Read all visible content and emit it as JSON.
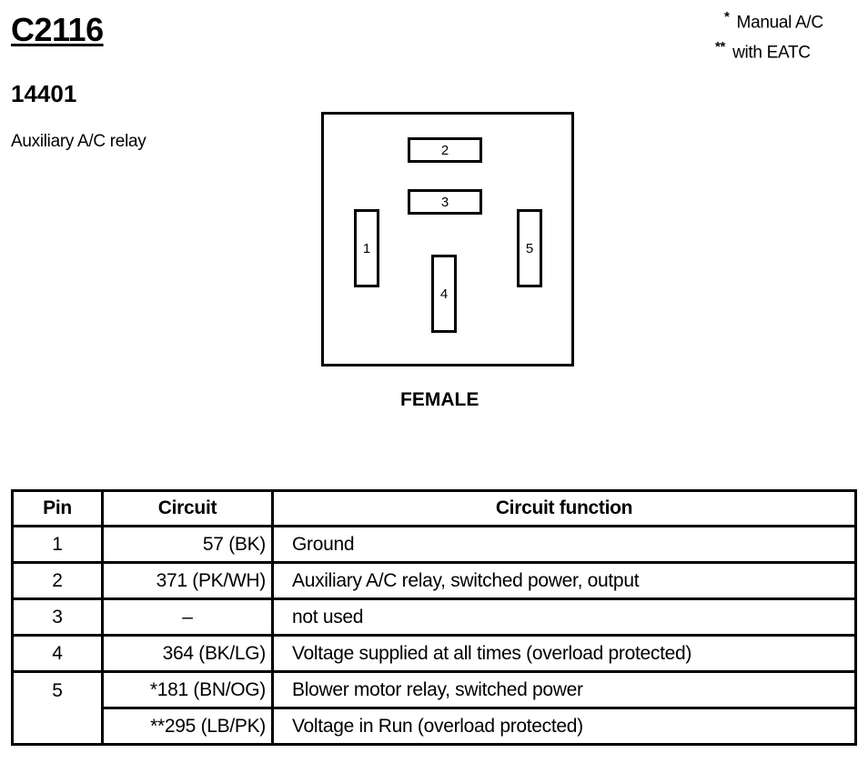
{
  "connector_id": "C2116",
  "part_number": "14401",
  "description": "Auxiliary A/C relay",
  "legend": [
    {
      "mark": "*",
      "text": "Manual A/C"
    },
    {
      "mark": "**",
      "text": "with EATC"
    }
  ],
  "connector": {
    "gender": "FEMALE",
    "pins": {
      "p1": "1",
      "p2": "2",
      "p3": "3",
      "p4": "4",
      "p5": "5"
    }
  },
  "table": {
    "headers": {
      "pin": "Pin",
      "circuit": "Circuit",
      "function": "Circuit function"
    },
    "rows": [
      {
        "pin": "1",
        "circuit": "57 (BK)",
        "function": "Ground"
      },
      {
        "pin": "2",
        "circuit": "371 (PK/WH)",
        "function": "Auxiliary A/C relay, switched power, output"
      },
      {
        "pin": "3",
        "circuit": "–",
        "function": "not used"
      },
      {
        "pin": "4",
        "circuit": "364 (BK/LG)",
        "function": "Voltage supplied at all times (overload protected)"
      },
      {
        "pin": "5",
        "circuit": "*181 (BN/OG)",
        "function": "Blower motor relay, switched power"
      },
      {
        "pin": "",
        "circuit": "**295 (LB/PK)",
        "function": "Voltage in Run (overload protected)"
      }
    ]
  }
}
